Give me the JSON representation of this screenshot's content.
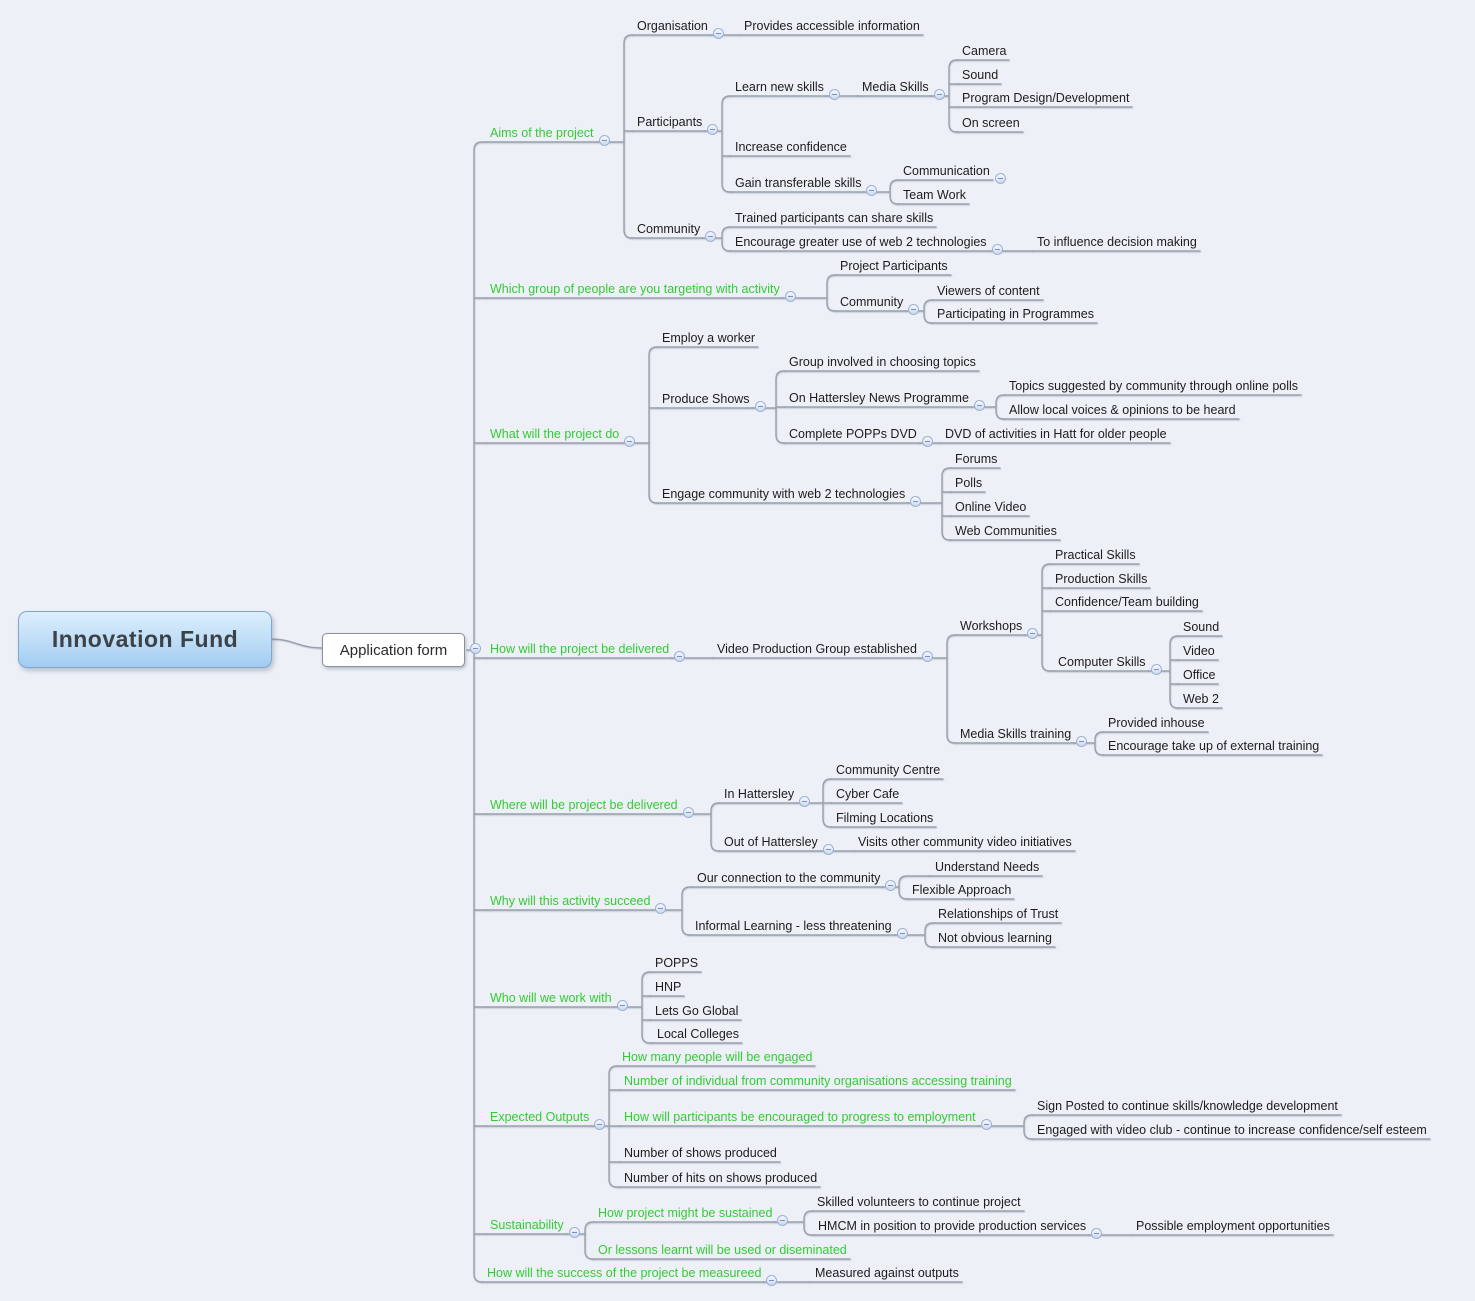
{
  "title": {
    "root": "Innovation Fund",
    "form": "Application form"
  },
  "colors": {
    "accent_green": "#33cc33",
    "line": "#99a0ab",
    "root_box": "#a2ccf1",
    "background": "#edf0f7"
  },
  "aims": {
    "label": "Aims of the project",
    "organisation": "Organisation",
    "provides_info": "Provides accessible information",
    "participants": "Participants",
    "learn_new_skills": "Learn new skills",
    "media_skills": "Media Skills",
    "camera": "Camera",
    "sound": "Sound",
    "program_design": "Program Design/Development",
    "on_screen": "On screen",
    "increase_confidence": "Increase confidence",
    "gain_transferable_skills": "Gain transferable skills",
    "communication": "Communication",
    "team_work": "Team Work",
    "community": "Community",
    "trained_participants": "Trained participants can share skills",
    "encourage_web2": "Encourage greater use of web 2 technologies",
    "influence_decisions": "To influence decision making"
  },
  "target": {
    "label": "Which group of people are you targeting with activity",
    "project_participants": "Project Participants",
    "community": "Community",
    "viewers": "Viewers of content",
    "participating": "Participating in Programmes"
  },
  "what": {
    "label": "What will the project do",
    "employ_worker": "Employ a worker",
    "produce_shows": "Produce Shows",
    "group_topics": "Group involved in choosing topics",
    "news_programme": "On Hattersley News Programme",
    "topics_polls": "Topics suggested by community through online polls",
    "local_voices": "Allow local voices & opinions to be heard",
    "popps_dvd": "Complete POPPs DVD",
    "dvd_activities": "DVD of activities in Hatt for older people",
    "engage_web2": "Engage community with web 2 technologies",
    "forums": "Forums",
    "polls": "Polls",
    "online_video": "Online Video",
    "web_communities": "Web Communities"
  },
  "how": {
    "label": "How will the project be delivered",
    "vpg": "Video Production Group established",
    "workshops": "Workshops",
    "practical": "Practical Skills",
    "production": "Production Skills",
    "confidence_team": "Confidence/Team building",
    "computer_skills": "Computer Skills",
    "sound": "Sound",
    "video": "Video",
    "office": "Office",
    "web2": "Web 2",
    "media_training": "Media Skills training",
    "inhouse": "Provided inhouse",
    "external": "Encourage take up of external training"
  },
  "where": {
    "label": "Where will be project be delivered",
    "in_hattersley": "In Hattersley",
    "community_centre": "Community Centre",
    "cyber_cafe": "Cyber Cafe",
    "filming": "Filming Locations",
    "out_hattersley": "Out of Hattersley",
    "visits": "Visits other community video initiatives"
  },
  "why": {
    "label": "Why will this activity succeed",
    "connection": "Our connection to the community",
    "needs": "Understand Needs",
    "flexible": "Flexible Approach",
    "informal": "Informal Learning - less threatening",
    "trust": "Relationships of Trust",
    "not_obvious": "Not obvious learning"
  },
  "who": {
    "label": "Who will we work with",
    "popps": "POPPS",
    "hnp": "HNP",
    "lets_go_global": "Lets Go Global",
    "local_colleges": "Local Colleges"
  },
  "outputs": {
    "label": "Expected Outputs",
    "how_many": "How many people will be engaged",
    "individuals": "Number of individual from community organisations accessing training",
    "progress": "How will participants be encouraged to progress to employment",
    "sign_posted": "Sign Posted to continue skills/knowledge development",
    "video_club": "Engaged with video club - continue to increase confidence/self esteem",
    "shows": "Number of shows produced",
    "hits": "Number of hits on shows produced"
  },
  "sustain": {
    "label": "Sustainability",
    "sustained": "How project might be sustained",
    "volunteers": "Skilled volunteers to continue project",
    "hmcm": "HMCM in position to provide production services",
    "employment": "Possible employment opportunities",
    "lessons": "Or lessons learnt will be used or diseminated"
  },
  "success": {
    "label": "How will the success of the project be measureed",
    "measured": "Measured against outputs"
  }
}
